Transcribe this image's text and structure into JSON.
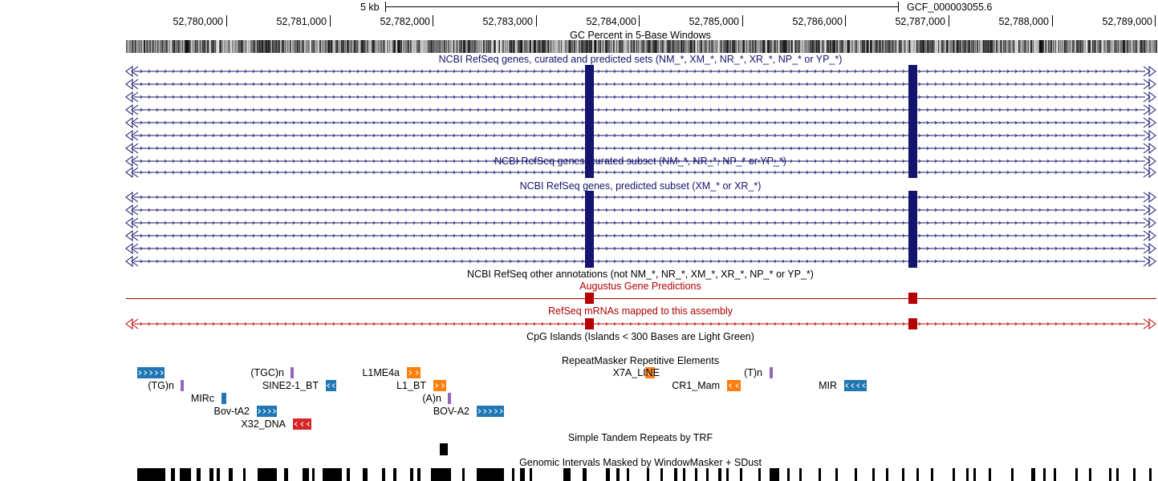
{
  "browser": {
    "scale": {
      "label": "5 kb",
      "assembly": "GCF_000003055.6"
    },
    "ruler": {
      "ticks": [
        "52,780,000",
        "52,781,000",
        "52,782,000",
        "52,783,000",
        "52,784,000",
        "52,785,000",
        "52,786,000",
        "52,787,000",
        "52,788,000",
        "52,789,000"
      ]
    },
    "colors": {
      "refseq": "#14146e",
      "augustus": "#b40000",
      "repeat_sine": "#1f77b4",
      "repeat_line": "#ff7f0e",
      "repeat_simple": "#9467bd",
      "repeat_dna": "#d62728"
    },
    "tracks": {
      "gc": {
        "title": "GC Percent in 5-Base Windows"
      },
      "refseq_all": {
        "title": "NCBI RefSeq genes, curated and predicted sets (NM_*, XM_*, NR_*, XR_*, NP_* or YP_*)",
        "rows": 8
      },
      "refseq_curated": {
        "title": "NCBI RefSeq genes, curated subset (NM_*, NR_*, NP_* or YP_*)",
        "rows": 1
      },
      "refseq_predicted": {
        "title": "NCBI RefSeq genes, predicted subset (XM_* or XR_*)",
        "rows": 6
      },
      "refseq_other": {
        "title": "NCBI RefSeq other annotations (not NM_*, NR_*, XM_*, XR_*, NP_* or YP_*)"
      },
      "augustus": {
        "title": "Augustus Gene Predictions"
      },
      "mrna": {
        "title": "RefSeq mRNAs mapped to this assembly"
      },
      "cpg": {
        "title": "CpG Islands (Islands < 300 Bases are Light Green)"
      },
      "repeatmasker": {
        "title": "RepeatMasker Repetitive Elements",
        "items": [
          {
            "label": "(TGC)n",
            "class": "simple"
          },
          {
            "label": "L1ME4a",
            "class": "line"
          },
          {
            "label": "X7A_LINE",
            "class": "line"
          },
          {
            "label": "(T)n",
            "class": "simple"
          },
          {
            "label": "(TG)n",
            "class": "simple"
          },
          {
            "label": "SINE2-1_BT",
            "class": "sine"
          },
          {
            "label": "L1_BT",
            "class": "line"
          },
          {
            "label": "CR1_Mam",
            "class": "line"
          },
          {
            "label": "MIR",
            "class": "sine"
          },
          {
            "label": "MIRc",
            "class": "sine"
          },
          {
            "label": "(A)n",
            "class": "simple"
          },
          {
            "label": "Bov-tA2",
            "class": "sine"
          },
          {
            "label": "BOV-A2",
            "class": "sine"
          },
          {
            "label": "X32_DNA",
            "class": "dna"
          }
        ]
      },
      "trf": {
        "title": "Simple Tandem Repeats by TRF"
      },
      "windowmasker": {
        "title": "Genomic Intervals Masked by WindowMasker + SDust"
      }
    }
  }
}
